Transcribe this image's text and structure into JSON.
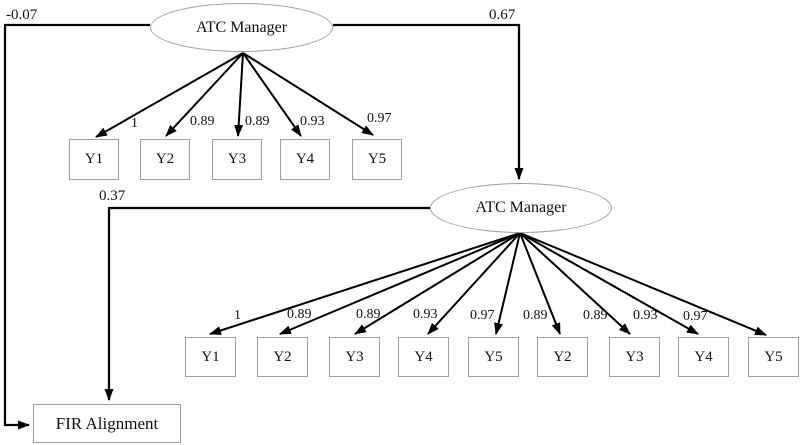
{
  "canvas": {
    "background_color": "#ffffff",
    "line_color": "#000000",
    "node_border_color": "#a0a0a0",
    "text_color": "#111111"
  },
  "latent1": {
    "label": "ATC Manager"
  },
  "latent2": {
    "label": "ATC Manager"
  },
  "outcome": {
    "label": "FIR Alignment"
  },
  "paths": {
    "latent1_to_outcome": {
      "coefficient": "-0.07"
    },
    "latent1_to_latent2": {
      "coefficient": "0.67"
    },
    "latent2_to_outcome": {
      "coefficient": "0.37"
    }
  },
  "measurement1": {
    "indicators": [
      {
        "label": "Y1",
        "loading": "1"
      },
      {
        "label": "Y2",
        "loading": "0.89"
      },
      {
        "label": "Y3",
        "loading": "0.89"
      },
      {
        "label": "Y4",
        "loading": "0.93"
      },
      {
        "label": "Y5",
        "loading": "0.97"
      }
    ]
  },
  "measurement2": {
    "indicators": [
      {
        "label": "Y1",
        "loading": "1"
      },
      {
        "label": "Y2",
        "loading": "0.89"
      },
      {
        "label": "Y3",
        "loading": "0.89"
      },
      {
        "label": "Y4",
        "loading": "0.93"
      },
      {
        "label": "Y5",
        "loading": "0.97"
      },
      {
        "label": "Y2",
        "loading": "0.89"
      },
      {
        "label": "Y3",
        "loading": "0.89"
      },
      {
        "label": "Y4",
        "loading": "0.93"
      },
      {
        "label": "Y5",
        "loading": "0.97"
      }
    ]
  }
}
